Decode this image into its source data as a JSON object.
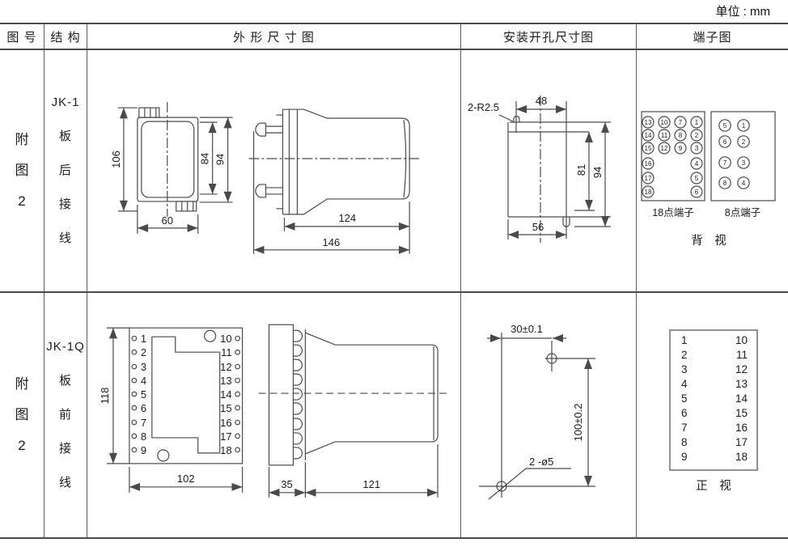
{
  "unit_label": "单位 : mm",
  "header": {
    "figure_no": "图 号",
    "structure": "结 构",
    "outline": "外 形 尺 寸 图",
    "mounting": "安装开孔尺寸图",
    "terminal": "端子图"
  },
  "row1": {
    "figure": [
      "附",
      "图",
      "2"
    ],
    "structure": [
      "JK-1",
      "板",
      "后",
      "接",
      "线"
    ],
    "outline": {
      "height_left": "106",
      "height_inner": "84",
      "height_outer": "94",
      "width_bottom": "60",
      "depth_body": "124",
      "depth_total": "146"
    },
    "mounting": {
      "slot_label": "2-R2.5",
      "width_top": "48",
      "height_inner": "81",
      "height_outer": "94",
      "width_bottom": "56"
    },
    "terminal": {
      "block18": {
        "label": "18点端子",
        "col1": [
          "13",
          "14",
          "15",
          "16",
          "17",
          "18"
        ],
        "col2": [
          "10",
          "11",
          "12"
        ],
        "col3": [
          "7",
          "8",
          "9"
        ],
        "col4": [
          "1",
          "2",
          "3",
          "4",
          "5",
          "6"
        ]
      },
      "block8": {
        "label": "8点端子",
        "col1": [
          "5",
          "6",
          "7",
          "8"
        ],
        "col2": [
          "1",
          "2",
          "3",
          "4"
        ]
      },
      "view_label": "背　视"
    }
  },
  "row2": {
    "figure": [
      "附",
      "图",
      "2"
    ],
    "structure": [
      "JK-1Q",
      "板",
      "前",
      "接",
      "线"
    ],
    "outline": {
      "left_terminals": [
        "1",
        "2",
        "3",
        "4",
        "5",
        "6",
        "7",
        "8",
        "9"
      ],
      "right_terminals": [
        "10",
        "11",
        "12",
        "13",
        "14",
        "15",
        "16",
        "17",
        "18"
      ],
      "height": "118",
      "width": "102",
      "depth_flange": "35",
      "depth_body": "121"
    },
    "mounting": {
      "width_top": "30±0.1",
      "height_right": "100±0.2",
      "hole_label": "2 -ø5"
    },
    "terminal": {
      "left": [
        "1",
        "2",
        "3",
        "4",
        "5",
        "6",
        "7",
        "8",
        "9"
      ],
      "right": [
        "10",
        "11",
        "12",
        "13",
        "14",
        "15",
        "16",
        "17",
        "18"
      ],
      "view_label": "正　视"
    }
  }
}
